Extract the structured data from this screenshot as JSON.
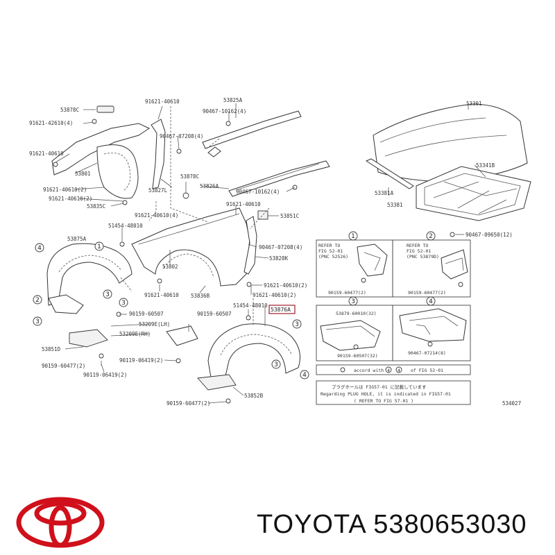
{
  "brand": {
    "name": "TOYOTA",
    "part_number": "5380653030",
    "logo_color": "#d0101b"
  },
  "diagram": {
    "ref_code": "534027",
    "parts": {
      "p53878C_a": "53878C",
      "p91621_40610_a": "91621-40610",
      "p53825A": "53825A",
      "p53301": "53301",
      "p90467_10162_a": "90467-10162(4)",
      "p91621_42610_4": "91621-42610(4)",
      "p90467_07208_a": "90467-07208(4)",
      "p91621_40610_b": "91621-40610",
      "p53801": "53801",
      "p53878C_b": "53878C",
      "p53826A": "53826A",
      "p90467_10162_b": "90467-10162(4)",
      "p53341B": "53341B",
      "p91621_40610_c": "91621-40610(2)",
      "p53827L": "53827L",
      "p53381A": "53381A",
      "p91621_40610_d": "91621-40610(2)",
      "p53381": "53381",
      "p53835C": "53835C",
      "p91621_40610_e": "91621-40610(4)",
      "p91621_40610_f": "91621-40610",
      "p53851C": "53851C",
      "p51454_48010_a": "51454-48010",
      "p90467_09650": "90467-09650(12)",
      "p53875A": "53875A",
      "p90467_07208_b": "90467-07208(4)",
      "p53828K": "53828K",
      "p53802": "53802",
      "p91621_40610_g": "91621-40610",
      "p91621_40610_h": "91621-40610(2)",
      "p53836B": "53836B",
      "p91621_40610_i": "91621-40610(2)",
      "p90159_60507_a": "90159-60507",
      "p90159_60507_b": "90159-60507",
      "p51454_48010_b": "51454-48010",
      "p53876A": "53876A",
      "p53209E_LH": "53209E(LH)",
      "p53209E_RH": "53209E(RH)",
      "p53851D": "53851D",
      "p90119_06419_a": "90119-06419(2)",
      "p90159_60477_a": "90159-60477(2)",
      "p90119_06419_b": "90119-06419(2)",
      "p53852B": "53852B",
      "p90159_60477_b": "90159-60477(2)"
    },
    "callouts": [
      "1",
      "2",
      "3",
      "4"
    ],
    "detail_boxes": {
      "box1_ref": "REFER TO",
      "box1_fig": "FIG 52-01",
      "box1_pnc": "(PNC 52526)",
      "box1_part": "90159-60477(2)",
      "box2_ref": "REFER TO",
      "box2_fig": "FIG 52-01",
      "box2_pnc": "(PNC 53879D)",
      "box2_part": "90159-60477(2)",
      "box3_top": "53879-60010(32)",
      "box3_part": "90159-60507(32)",
      "box4_part": "90467-07214(8)"
    },
    "legend": {
      "accord_text": "accord with",
      "fig_text": "of FIG 52-01"
    },
    "notice": {
      "line1": "プラグホールは FIG57-01 に記載しています",
      "line2": "Regarding PLUG HOLE, it is indicated in FIG57-01",
      "line3": "( REFER TO FIG 57-01 )"
    }
  }
}
